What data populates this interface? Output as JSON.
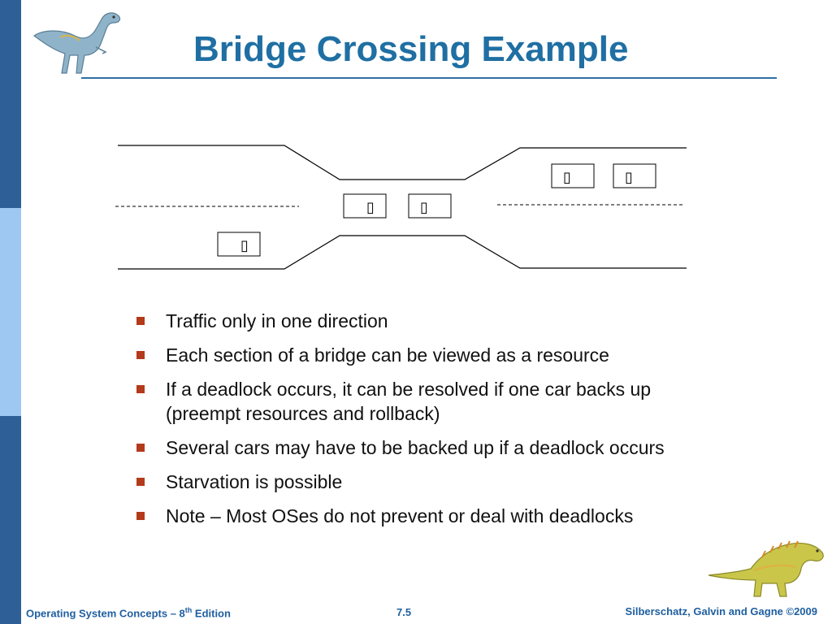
{
  "title": "Bridge Crossing Example",
  "diagram": {
    "car_glyph": "▯"
  },
  "bullets": [
    "Traffic only in one direction",
    "Each section of a bridge can be viewed as a resource",
    "If a deadlock occurs, it can be resolved if one car backs up (preempt resources and rollback)",
    "Several cars may have to be backed up if a deadlock occurs",
    "Starvation is possible",
    "Note – Most OSes do not prevent or deal with deadlocks"
  ],
  "footer": {
    "left_prefix": "Operating System Concepts – 8",
    "left_sup": "th",
    "left_suffix": " Edition",
    "page": "7.5",
    "right": "Silberschatz, Galvin and Gagne ©2009"
  },
  "colors": {
    "sidebar_dark": "#2e5f96",
    "sidebar_light": "#9ec8f2",
    "title": "#1f6fa3",
    "bullet_marker": "#b33a1a",
    "footer_text": "#1f5fa0"
  },
  "icons": [
    "dinosaur-illustration",
    "dinosaur-illustration-bottom"
  ]
}
